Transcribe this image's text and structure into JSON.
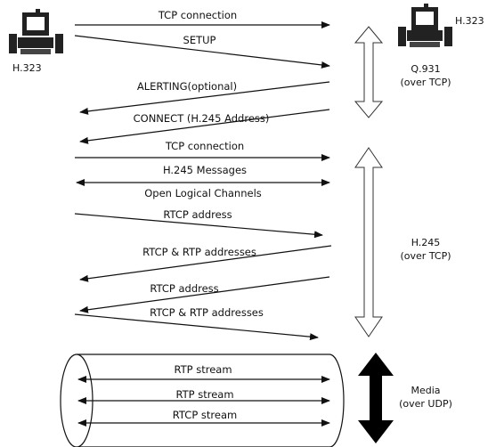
{
  "endpoints": {
    "left_label": "H.323",
    "right_label": "H.323"
  },
  "messages": [
    {
      "label": "TCP connection"
    },
    {
      "label": "SETUP"
    },
    {
      "label": "ALERTING(optional)"
    },
    {
      "label": "CONNECT (H.245 Address)"
    },
    {
      "label": "TCP connection"
    },
    {
      "label": "H.245 Messages"
    },
    {
      "label": "Open Logical Channels"
    },
    {
      "label": "RTCP address"
    },
    {
      "label": "RTCP & RTP addresses"
    },
    {
      "label": "RTCP address"
    },
    {
      "label": "RTCP & RTP addresses"
    }
  ],
  "streams": [
    {
      "label": "RTP stream"
    },
    {
      "label": "RTP stream"
    },
    {
      "label": "RTCP stream"
    }
  ],
  "phases": {
    "q931": {
      "line1": "Q.931",
      "line2": "(over TCP)"
    },
    "h245": {
      "line1": "H.245",
      "line2": "(over TCP)"
    },
    "media": {
      "line1": "Media",
      "line2": "(over UDP)"
    }
  }
}
